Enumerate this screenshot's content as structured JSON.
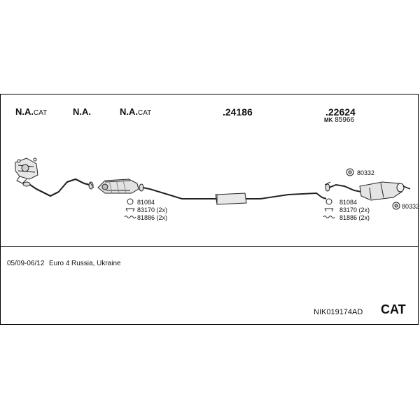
{
  "labels": {
    "na_cat_1": {
      "main": "N.A.",
      "suffix": "CAT"
    },
    "na_2": {
      "main": "N.A."
    },
    "na_cat_3": {
      "main": "N.A.",
      "suffix": "CAT"
    },
    "part_24186": ".24186",
    "part_22624": ".22624",
    "mk_prefix": "MK",
    "mk_number": "85966"
  },
  "fittings_left": {
    "ring": "81084",
    "clamp": "83170 (2x)",
    "spring": "81886 (2x)"
  },
  "fittings_right": {
    "ring": "81084",
    "clamp": "83170 (2x)",
    "spring": "81886 (2x)",
    "hanger_top": "80332",
    "hanger_right": "80332"
  },
  "info": {
    "dates": "05/09-06/12",
    "emission": "Euro 4",
    "markets": "Russia, Ukraine"
  },
  "footer": {
    "code": "NIK019174AD",
    "type": "CAT"
  }
}
